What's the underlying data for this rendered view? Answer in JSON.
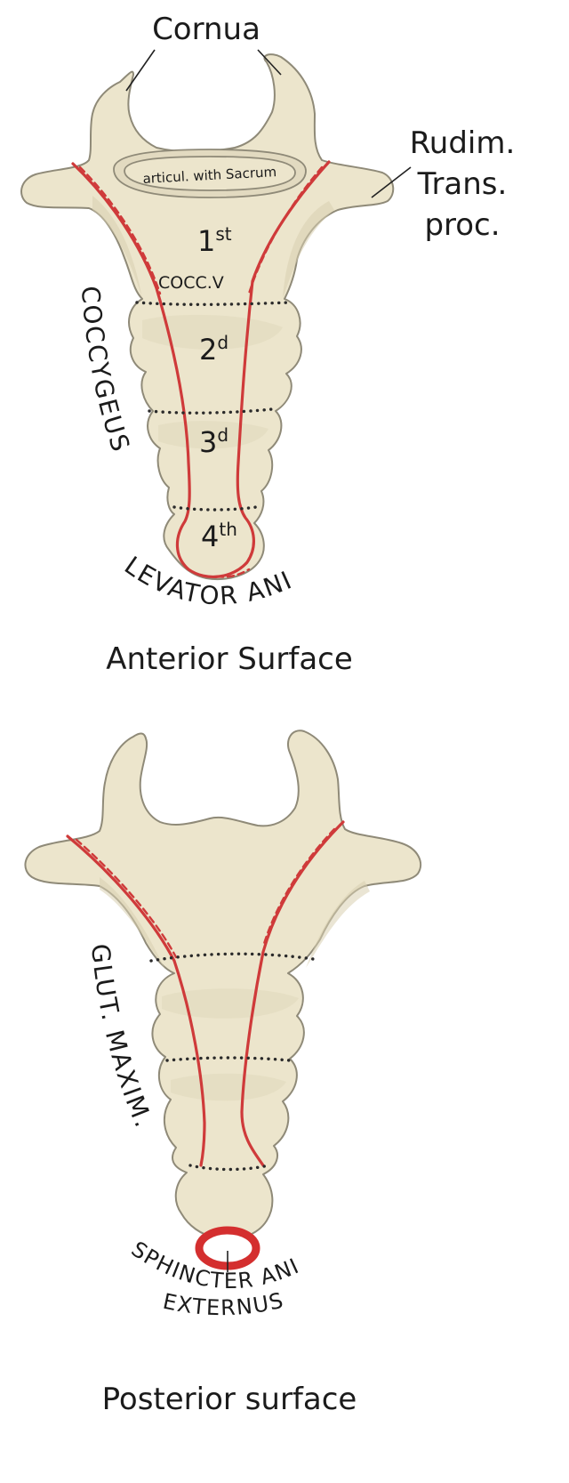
{
  "anterior": {
    "caption": "Anterior Surface",
    "labels": {
      "cornua": "Cornua",
      "trans_proc_line1": "Rudim.",
      "trans_proc_line2": "Trans.",
      "trans_proc_line3": "proc.",
      "articulation": "articul. with Sacrum",
      "v1_num": "1",
      "v1_sup": "st",
      "v1_name": "COCC.V",
      "v2_num": "2",
      "v2_sup": "d",
      "v3_num": "3",
      "v3_sup": "d",
      "v4_num": "4",
      "v4_sup": "th",
      "coccygeus": "COCCYGEUS",
      "levator_ani": "LEVATOR ANI"
    }
  },
  "posterior": {
    "caption": "Posterior surface",
    "labels": {
      "glut_maxim": "GLUT. MAXIM.",
      "sphincter_ani": "SPHINCTER ANI",
      "externus": "EXTERNUS"
    }
  },
  "colors": {
    "bone": "#ece5cc",
    "bone_outline": "#8f8a78",
    "muscle_attachment": "#cf3a3a",
    "joint_dots": "#2a2a2a"
  }
}
